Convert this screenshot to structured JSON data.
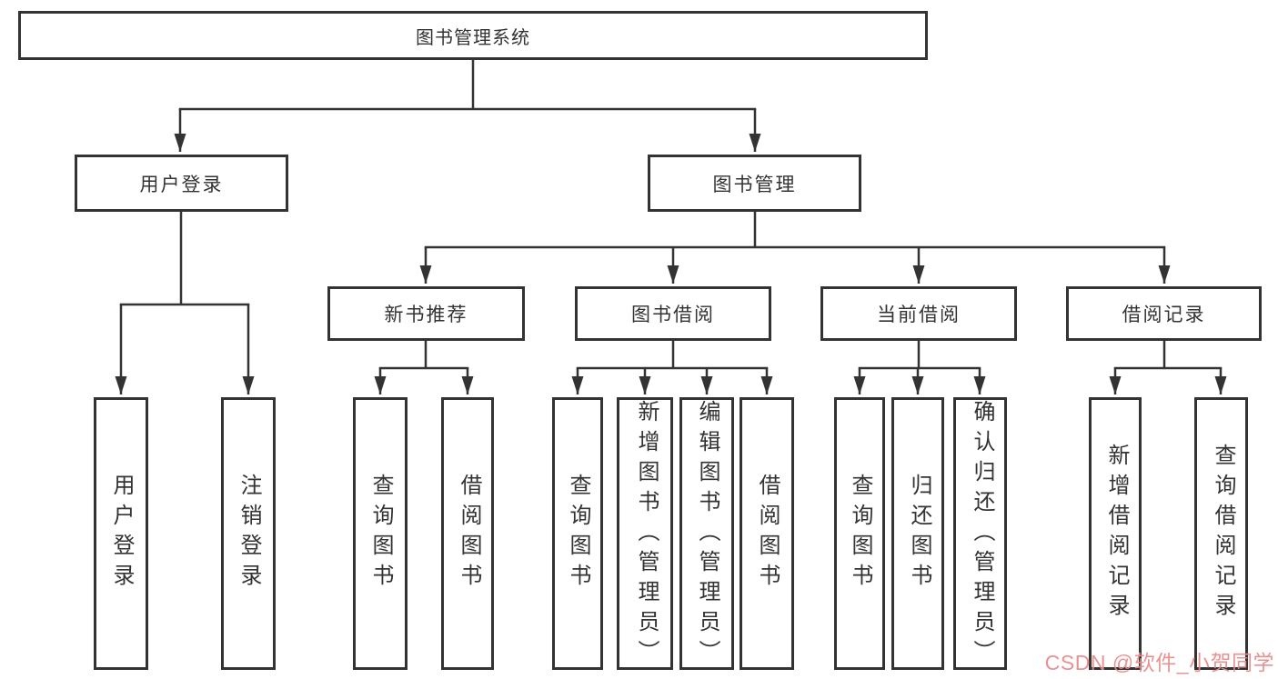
{
  "diagram_title": "图书管理系统",
  "tree": {
    "label": "图书管理系统",
    "children": [
      {
        "label": "用户登录",
        "children": [
          {
            "label": "用户登录"
          },
          {
            "label": "注销登录"
          }
        ]
      },
      {
        "label": "图书管理",
        "children": [
          {
            "label": "新书推荐",
            "children": [
              {
                "label": "查询图书"
              },
              {
                "label": "借阅图书"
              }
            ]
          },
          {
            "label": "图书借阅",
            "children": [
              {
                "label": "查询图书"
              },
              {
                "label": "新增图书（管理员）"
              },
              {
                "label": "编辑图书（管理员）"
              },
              {
                "label": "借阅图书"
              }
            ]
          },
          {
            "label": "当前借阅",
            "children": [
              {
                "label": "查询图书"
              },
              {
                "label": "归还图书"
              },
              {
                "label": "确认归还（管理员）"
              }
            ]
          },
          {
            "label": "借阅记录",
            "children": [
              {
                "label": "新增借阅记录"
              },
              {
                "label": "查询借阅记录"
              }
            ]
          }
        ]
      }
    ]
  },
  "watermark": {
    "text": "CSDN @软件_小贺同学",
    "color": "#E88C8C"
  },
  "colors": {
    "line": "#333333",
    "box_border": "#333333",
    "text": "#333333",
    "background": "#FFFFFF"
  }
}
